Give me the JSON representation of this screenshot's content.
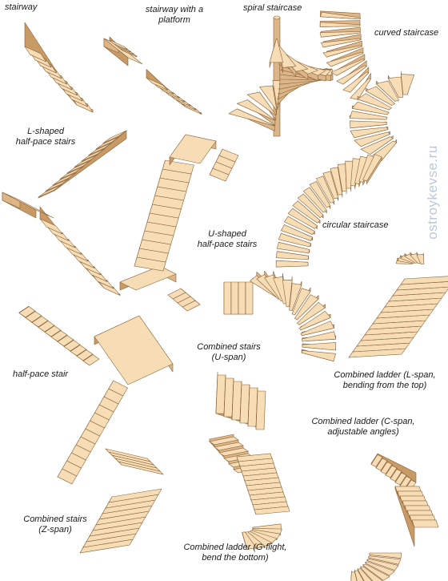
{
  "palette": {
    "tread": "#f6ddb6",
    "riser": "#dcb688",
    "side": "#c89a66",
    "edge": "#8a6238"
  },
  "labels": {
    "stairway": "stairway",
    "stairway_platform": "stairway with a\nplatform",
    "spiral": "spiral staircase",
    "curved": "curved staircase",
    "l_shaped": "L-shaped\nhalf-pace stairs",
    "u_shaped": "U-shaped\nhalf-pace stairs",
    "circular": "circular staircase",
    "half_pace": "half-pace stair",
    "combined_u": "Combined stairs\n(U-span)",
    "ladder_l": "Combined ladder (L-span,\nbending from the top)",
    "ladder_c": "Combined ladder (C-span,\nadjustable angles)",
    "combined_z": "Combined stairs\n(Z-span)",
    "ladder_g": "Combined ladder (G-flight,\nbend the bottom)"
  },
  "watermark": "ostroykevse.ru"
}
